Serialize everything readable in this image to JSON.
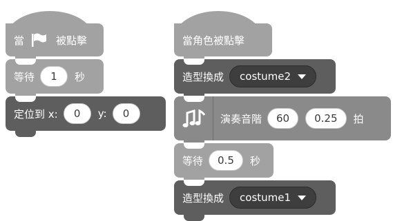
{
  "left_script": {
    "when_flag_clicked": {
      "prefix": "當",
      "icon": "green-flag-icon",
      "suffix": "被點擊"
    },
    "wait": {
      "label": "等待",
      "value": "1",
      "unit": "秒"
    },
    "go_to_xy": {
      "label": "定位到 x:",
      "x": "0",
      "y_label": "y:",
      "y": "0"
    }
  },
  "right_script": {
    "when_sprite_clicked": {
      "label": "當角色被點擊"
    },
    "switch_costume_1": {
      "label": "造型換成",
      "value": "costume2"
    },
    "play_note": {
      "icon": "music-notes-icon",
      "label": "演奏音階",
      "note": "60",
      "beats": "0.25",
      "unit": "拍"
    },
    "wait": {
      "label": "等待",
      "value": "0.5",
      "unit": "秒"
    },
    "switch_costume_2": {
      "label": "造型換成",
      "value": "costume1"
    }
  },
  "colors": {
    "events_block": "#a2a2a2",
    "control_block": "#a2a2a2",
    "looks_block": "#5e5e5e",
    "music_block": "#8a8a8a"
  }
}
